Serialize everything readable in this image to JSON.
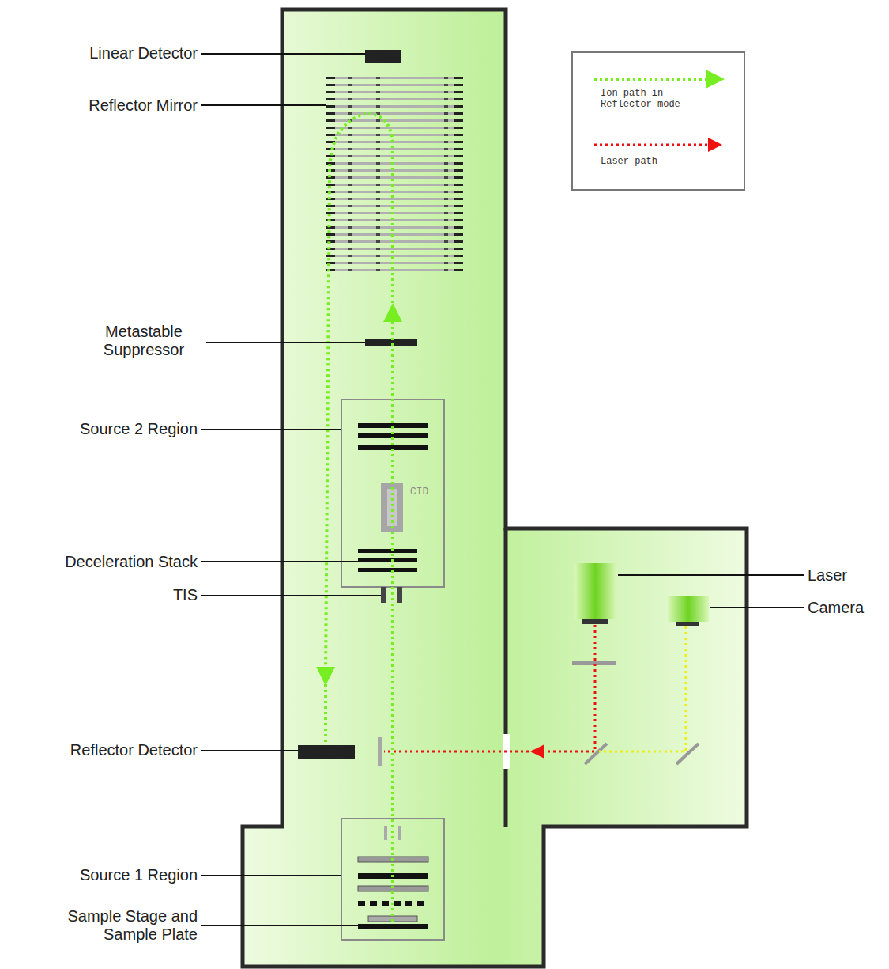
{
  "diagram": {
    "labels": [
      "Linear Detector",
      "Reflector Mirror",
      "Metastable Suppressor",
      "Source 2 Region",
      "CID",
      "Deceleration Stack",
      "TIS",
      "Reflector Detector",
      "Source 1 Region",
      "Sample Stage and Sample Plate",
      "Laser",
      "Camera"
    ],
    "legend": [
      {
        "text": "Ion path in Reflector mode"
      },
      {
        "text": "Laser path"
      }
    ]
  }
}
